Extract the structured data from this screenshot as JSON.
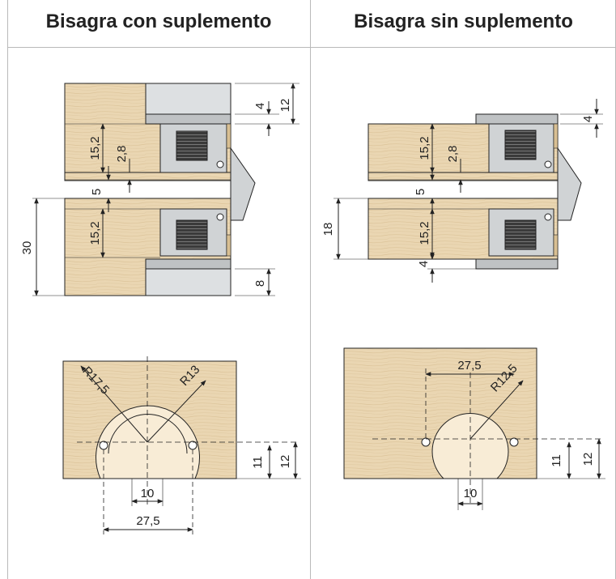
{
  "header": {
    "left_title": "Bisagra con suplemento",
    "right_title": "Bisagra sin suplemento"
  },
  "colors": {
    "wood": "#e9d4b0",
    "wood_grain": "#d8bf93",
    "metal": "#d4d6d8",
    "metal_dark": "#a3a6a9",
    "cup_fill": "#f7ead3",
    "line": "#222222",
    "divider": "#b9b9b9"
  },
  "left_side": {
    "dims": {
      "d12": "12",
      "d4": "4",
      "d15_2_top": "15,2",
      "d2_8": "2,8",
      "d5": "5",
      "d30": "30",
      "d15_2_bottom": "15,2",
      "d8": "8"
    },
    "drill": {
      "r17_5": "R17,5",
      "r13": "R13",
      "d10": "10",
      "d27_5": "27,5",
      "d11": "11",
      "d12": "12"
    }
  },
  "right_side": {
    "dims": {
      "d4_top": "4",
      "d15_2_top": "15,2",
      "d2_8": "2,8",
      "d5": "5",
      "d18": "18",
      "d15_2_bottom": "15,2",
      "d4_bottom": "4"
    },
    "drill": {
      "d27_5": "27,5",
      "r12_5": "R12,5",
      "d10": "10",
      "d11": "11",
      "d12": "12"
    }
  }
}
